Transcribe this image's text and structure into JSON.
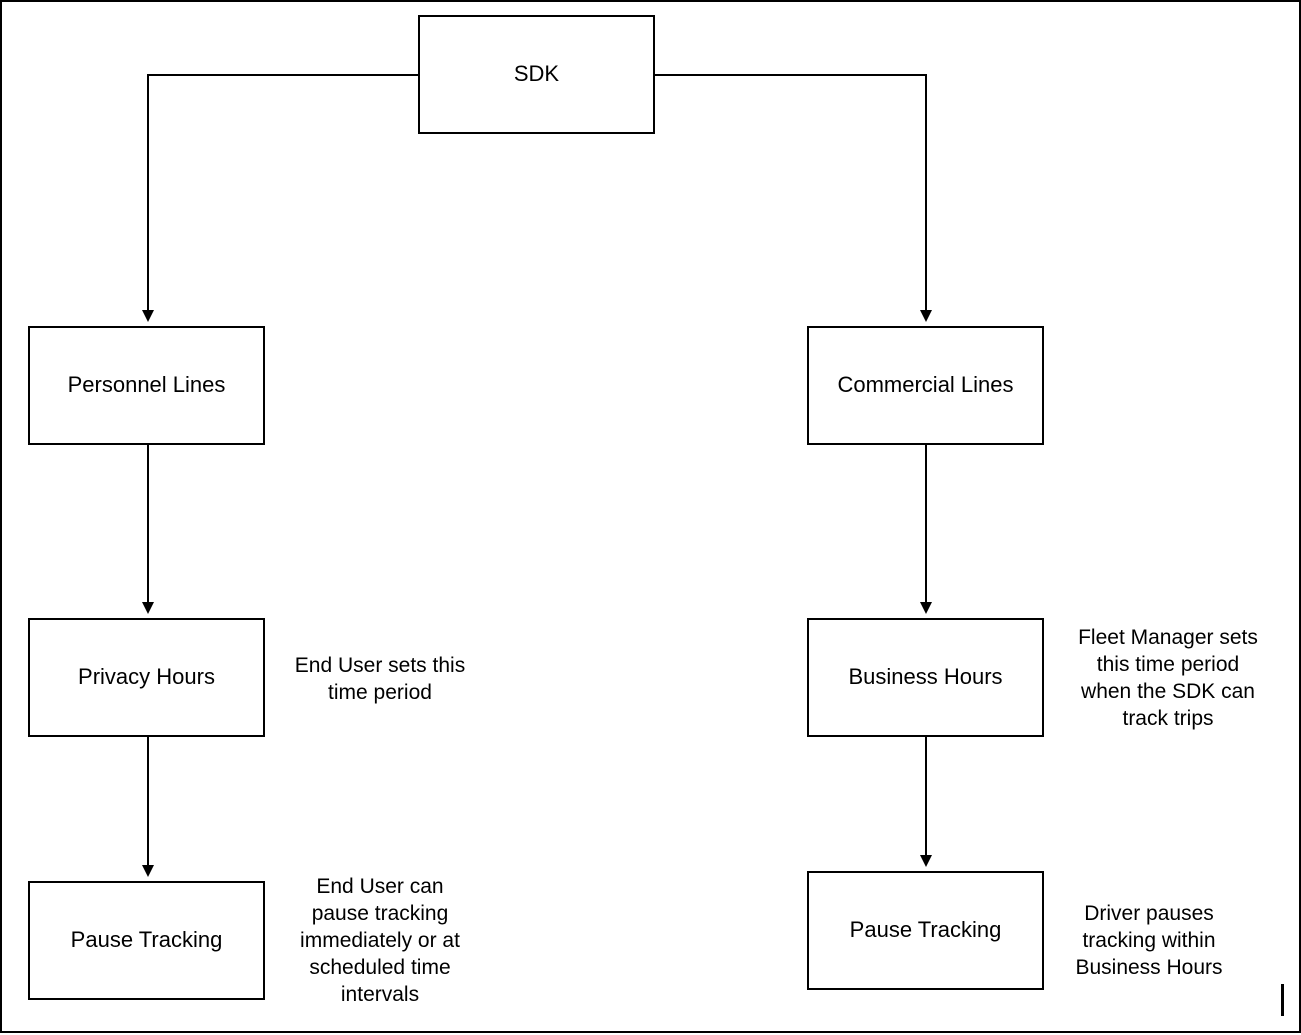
{
  "nodes": {
    "sdk": "SDK",
    "personnel_lines": "Personnel Lines",
    "commercial_lines": "Commercial Lines",
    "privacy_hours": "Privacy Hours",
    "business_hours": "Business Hours",
    "pause_tracking_left": "Pause Tracking",
    "pause_tracking_right": "Pause Tracking"
  },
  "notes": {
    "privacy_hours_note": "End User sets this\ntime period",
    "business_hours_note": "Fleet Manager sets\nthis time period\nwhen the SDK can\ntrack trips",
    "pause_left_note": "End User can\npause tracking\nimmediately or at\nscheduled time\nintervals",
    "pause_right_note": "Driver pauses\ntracking within\nBusiness Hours"
  },
  "colors": {
    "line": "#000000",
    "background": "#ffffff"
  }
}
